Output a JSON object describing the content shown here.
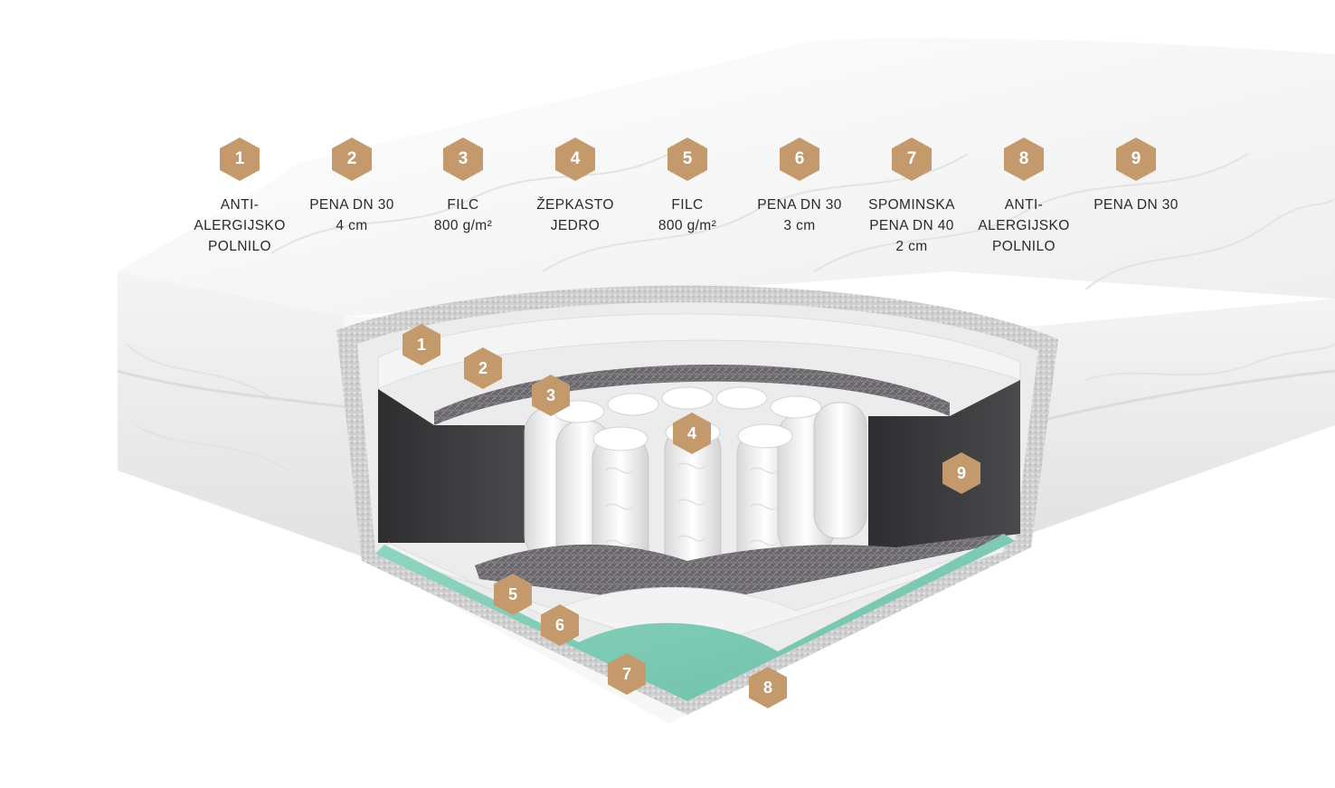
{
  "colors": {
    "badge": "#c49a6c",
    "badge_text": "#ffffff",
    "label_text": "#2a2a2a",
    "foam_white": "#f2f2f2",
    "felt_gray": "#6f6f73",
    "foam_dark": "#3a3a3c",
    "memory_foam": "#7ecbb5",
    "cover_white": "#fafafa"
  },
  "layers": [
    {
      "number": "1",
      "lines": [
        "ANTI-",
        "ALERGIJSKO",
        "POLNILO"
      ]
    },
    {
      "number": "2",
      "lines": [
        "PENA DN 30",
        "4 cm"
      ]
    },
    {
      "number": "3",
      "lines": [
        "FILC",
        "800 g/m²"
      ]
    },
    {
      "number": "4",
      "lines": [
        "ŽEPKASTO",
        "JEDRO"
      ]
    },
    {
      "number": "5",
      "lines": [
        "FILC",
        "800 g/m²"
      ]
    },
    {
      "number": "6",
      "lines": [
        "PENA DN 30",
        "3 cm"
      ]
    },
    {
      "number": "7",
      "lines": [
        "SPOMINSKA",
        "PENA DN 40",
        "2 cm"
      ]
    },
    {
      "number": "8",
      "lines": [
        "ANTI-",
        "ALERGIJSKO",
        "POLNILO"
      ]
    },
    {
      "number": "9",
      "lines": [
        "PENA DN 30"
      ]
    }
  ],
  "markers": [
    "1",
    "2",
    "3",
    "4",
    "5",
    "6",
    "7",
    "8",
    "9"
  ],
  "icons": {
    "badge": "hexagon-badge-icon",
    "illustration": "mattress-cross-section-illustration"
  }
}
